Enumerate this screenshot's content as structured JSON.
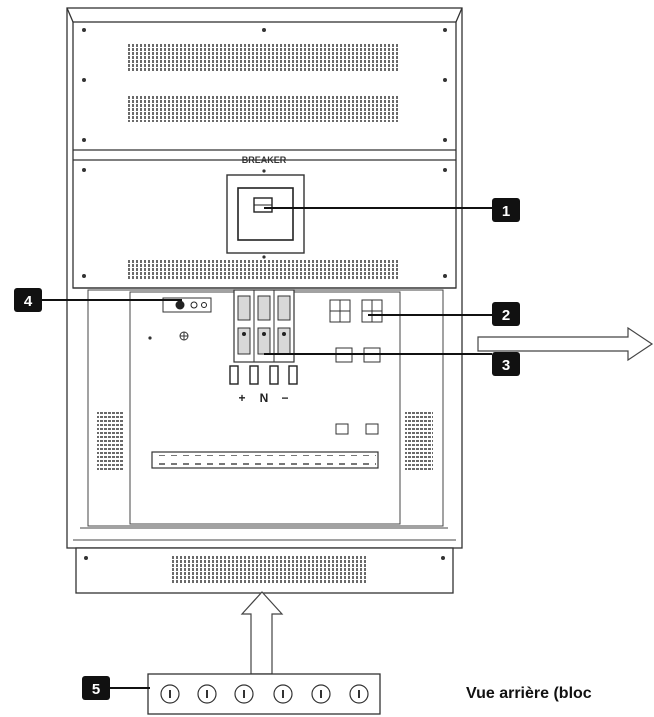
{
  "diagram": {
    "breaker_label": "BREAKER",
    "terminal_labels": [
      "+",
      "N",
      "−"
    ],
    "callouts": [
      "1",
      "2",
      "3",
      "4",
      "5"
    ],
    "caption": "Vue arrière (bloc"
  }
}
